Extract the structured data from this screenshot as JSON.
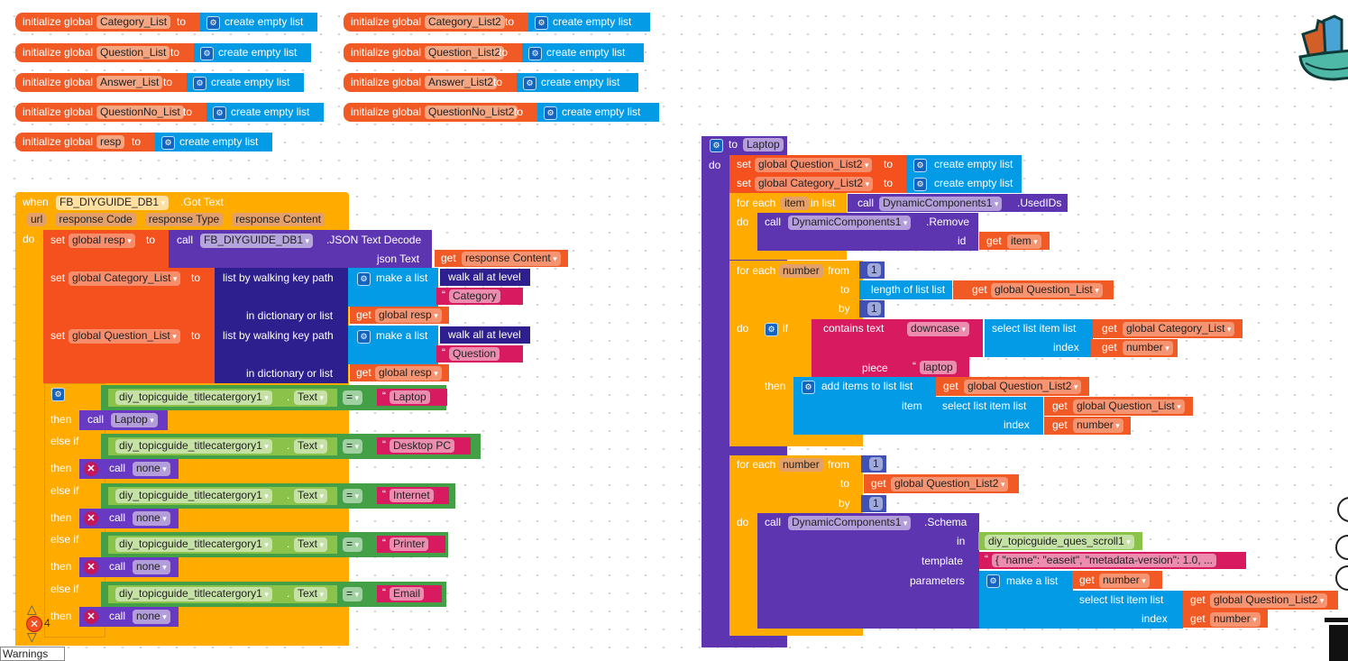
{
  "globals_left": [
    {
      "label": "initialize global",
      "name": "Category_List",
      "to": "to",
      "value": "create empty list"
    },
    {
      "label": "initialize global",
      "name": "Question_List",
      "to": "to",
      "value": "create empty list"
    },
    {
      "label": "initialize global",
      "name": "Answer_List",
      "to": "to",
      "value": "create empty list"
    },
    {
      "label": "initialize global",
      "name": "QuestionNo_List",
      "to": "to",
      "value": "create empty list"
    },
    {
      "label": "initialize global",
      "name": "resp",
      "to": "to",
      "value": "create empty list"
    }
  ],
  "globals_right": [
    {
      "label": "initialize global",
      "name": "Category_List2",
      "to": "to",
      "value": "create empty list"
    },
    {
      "label": "initialize global",
      "name": "Question_List2",
      "to": "to",
      "value": "create empty list"
    },
    {
      "label": "initialize global",
      "name": "Answer_List2",
      "to": "to",
      "value": "create empty list"
    },
    {
      "label": "initialize global",
      "name": "QuestionNo_List2",
      "to": "to",
      "value": "create empty list"
    }
  ],
  "event": {
    "when": "when",
    "component": "FB_DIYGUIDE_DB1",
    "event": ".Got Text",
    "params": [
      "url",
      "response Code",
      "response Type",
      "response Content"
    ],
    "do": "do",
    "set1": {
      "set": "set",
      "var": "global resp",
      "to": "to",
      "call": "call",
      "comp": "FB_DIYGUIDE_DB1",
      "method": ".JSON Text Decode",
      "arg": "json Text",
      "get": "get",
      "getvar": "response Content"
    },
    "set2": {
      "set": "set",
      "var": "global Category_List",
      "to": "to",
      "walk": "list by walking key path",
      "make": "make a list",
      "walkall": "walk all at level",
      "text": "Category",
      "indict": "in dictionary or list",
      "get": "get",
      "getvar": "global resp"
    },
    "set3": {
      "set": "set",
      "var": "global Question_List",
      "to": "to",
      "walk": "list by walking key path",
      "make": "make a list",
      "walkall": "walk all at level",
      "text": "Question",
      "indict": "in dictionary or list",
      "get": "get",
      "getvar": "global resp"
    },
    "if": "if",
    "then": "then",
    "elseif": "else if",
    "call": "call",
    "conditions": [
      {
        "comp": "diy_topicguide_titlecatergory1",
        "prop": "Text",
        "op": "=",
        "value": "Laptop",
        "call": "Laptop"
      },
      {
        "comp": "diy_topicguide_titlecatergory1",
        "prop": "Text",
        "op": "=",
        "value": "Desktop PC",
        "call": "none"
      },
      {
        "comp": "diy_topicguide_titlecatergory1",
        "prop": "Text",
        "op": "=",
        "value": "Internet",
        "call": "none"
      },
      {
        "comp": "diy_topicguide_titlecatergory1",
        "prop": "Text",
        "op": "=",
        "value": "Printer",
        "call": "none"
      },
      {
        "comp": "diy_topicguide_titlecatergory1",
        "prop": "Text",
        "op": "=",
        "value": "Email",
        "call": "none"
      }
    ]
  },
  "proc": {
    "to": "to",
    "name": "Laptop",
    "do": "do",
    "set1": {
      "set": "set",
      "var": "global Question_List2",
      "to": "to",
      "value": "create empty list"
    },
    "set2": {
      "set": "set",
      "var": "global Category_List2",
      "to": "to",
      "value": "create empty list"
    },
    "foreach1": {
      "label": "for each",
      "var": "item",
      "inlist": "in list",
      "call": "call",
      "comp": "DynamicComponents1",
      "method": ".UsedIDs",
      "do": "do",
      "remove": ".Remove",
      "id": "id",
      "get": "get"
    },
    "foreach2": {
      "label": "for each",
      "var": "number",
      "from": "from",
      "fromval": "1",
      "to": "to",
      "length": "length of list  list",
      "get": "get",
      "getvar": "global Question_List",
      "by": "by",
      "byval": "1",
      "do": "do",
      "if": "if",
      "contains": "contains  text",
      "downcase": "downcase",
      "select": "select list item  list",
      "getcat": "global Category_List",
      "index": "index",
      "number": "number",
      "piece": "piece",
      "laptop": "laptop",
      "then": "then",
      "additems": "add items to list   list",
      "getq2": "global Question_List2",
      "item": "item",
      "getq": "global Question_List"
    },
    "foreach3": {
      "label": "for each",
      "var": "number",
      "from": "from",
      "fromval": "1",
      "to": "to",
      "get": "get",
      "getvar": "global Question_List2",
      "by": "by",
      "byval": "1",
      "do": "do",
      "call": "call",
      "comp": "DynamicComponents1",
      "method": ".Schema",
      "in": "in",
      "scroll": "diy_topicguide_ques_scroll1",
      "template": "template",
      "templateval": "{ \"name\": \"easeit\", \"metadata-version\": 1.0, ...",
      "parameters": "parameters",
      "make": "make a list",
      "number": "number",
      "select": "select list item  list",
      "index": "index"
    }
  },
  "warnings": {
    "count": "4",
    "label": "Warnings"
  }
}
